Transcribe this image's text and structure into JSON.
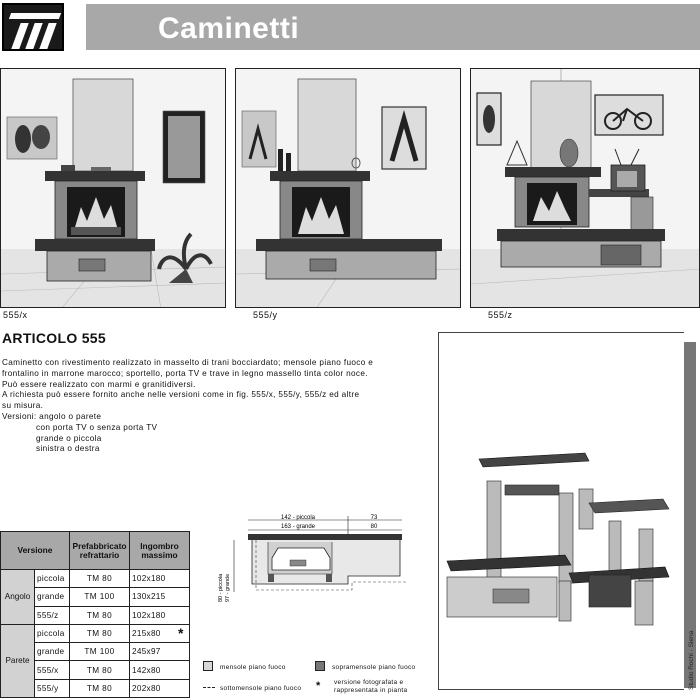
{
  "header": {
    "title": "Caminetti"
  },
  "scenes": [
    {
      "caption": "555/x"
    },
    {
      "caption": "555/y"
    },
    {
      "caption": "555/z"
    }
  ],
  "article": {
    "title": "ARTICOLO 555",
    "lines": [
      "Caminetto con rivestimento realizzato in masselto di trani bocciardato; mensole piano fuoco e",
      "frontalino in marrone marocco; sportello, porta TV e trave in legno massello tinta color noce.",
      "Può essere realizzato con marmi e granitidiversi.",
      "A richiesta può essere fornito anche nelle versioni come in fig. 555/x, 555/y, 555/z ed altre",
      "su misura.",
      "Versioni:  angolo o parete"
    ],
    "indented": [
      "con porta TV o senza porta TV",
      "grande o piccola",
      "sinistra o destra"
    ]
  },
  "table": {
    "headers": {
      "versione": "Versione",
      "prefab": "Prefabbricato refrattario",
      "ingombro": "Ingombro massimo"
    },
    "groups": [
      {
        "name": "Angolo",
        "rows": [
          {
            "size": "piccola",
            "prefab": "TM 80",
            "ingombro": "102x180"
          },
          {
            "size": "grande",
            "prefab": "TM 100",
            "ingombro": "130x215"
          },
          {
            "size": "555/z",
            "prefab": "TM 80",
            "ingombro": "102x180"
          }
        ]
      },
      {
        "name": "Parete",
        "rows": [
          {
            "size": "piccola",
            "prefab": "TM 80",
            "ingombro": "215x80"
          },
          {
            "size": "grande",
            "prefab": "TM 100",
            "ingombro": "245x97"
          },
          {
            "size": "555/x",
            "prefab": "TM 80",
            "ingombro": "142x80"
          },
          {
            "size": "555/y",
            "prefab": "TM 80",
            "ingombro": "202x80"
          }
        ]
      }
    ],
    "star": "*"
  },
  "plan": {
    "dim_small": "142 - piccola",
    "dim_large": "163 - grande",
    "dim_73": "73",
    "dim_80": "80",
    "dim_side_small": "80 - piccola",
    "dim_side_large": "97 - grande"
  },
  "legend": {
    "item1": "mensole piano fuoco",
    "item2": "sopramensole piano fuoco",
    "item3": "sottomensole piano fuoco",
    "item4a": "versione fotografata e",
    "item4b": "rappresentata in pianta",
    "star": "*"
  },
  "credit": "Studio Rochi - Siena",
  "colors": {
    "title_bar": "#a8a8a8",
    "table_header": "#a8a8a8",
    "group_cell": "#d2d2d2",
    "swatch_light": "#d8d8d8",
    "swatch_dark": "#777777"
  }
}
